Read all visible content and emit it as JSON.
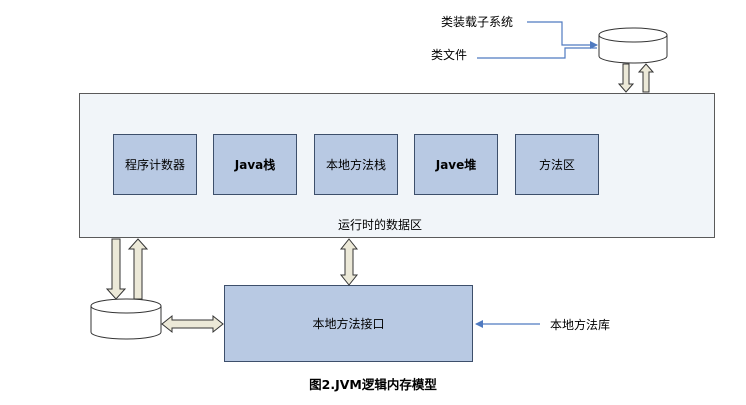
{
  "labels": {
    "class_loader_subsystem": "类装载子系统",
    "class_file": "类文件",
    "native_library": "本地方法库"
  },
  "runtime_data_area": {
    "label": "运行时的数据区",
    "areas": [
      {
        "label": "程序计数器",
        "bold": false
      },
      {
        "label": "Java栈",
        "bold": true
      },
      {
        "label": "本地方法栈",
        "bold": false
      },
      {
        "label": "Jave堆",
        "bold": true
      },
      {
        "label": "方法区",
        "bold": false
      }
    ]
  },
  "native_interface": {
    "label": "本地方法接口"
  },
  "caption": "图2.JVM逻辑内存模型",
  "colors": {
    "box_fill": "#b8c9e3",
    "runtime_fill": "#f1f5f9",
    "connector_blue": "#4f7ac0",
    "arrow_fill": "#ece9d8"
  }
}
